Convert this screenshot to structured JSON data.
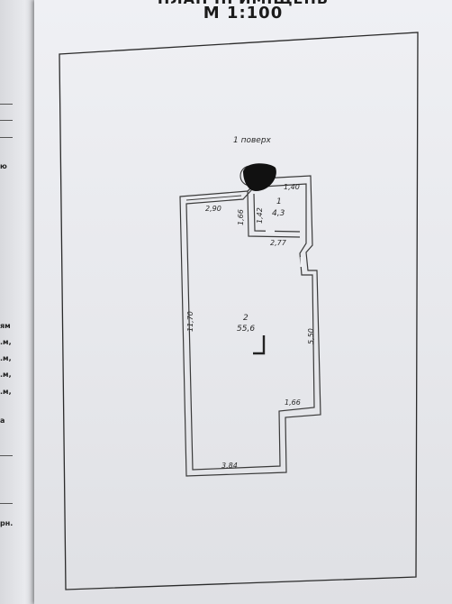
{
  "left_page": {
    "fragments": [
      "ям",
      ".м,",
      ".м,",
      ".м,",
      ".м,",
      "а",
      "рн.",
      "ю"
    ]
  },
  "plan": {
    "title_partial": "ПЛАН ПРИМІЩЕНЬ",
    "scale": "М 1:100",
    "floor_label": "1 поверх",
    "rooms": [
      {
        "number": "1",
        "area": "4,3"
      },
      {
        "number": "2",
        "area": "55,6"
      }
    ],
    "dimensions": {
      "top_left_width": "2,90",
      "left_height": "11,70",
      "bottom_width": "3,84",
      "right_height": "5,50",
      "step_width": "1,66",
      "room1_width": "1,40",
      "room1_bottom": "2,77",
      "corridor_left": "1,66",
      "corridor_right": "1,42"
    }
  }
}
